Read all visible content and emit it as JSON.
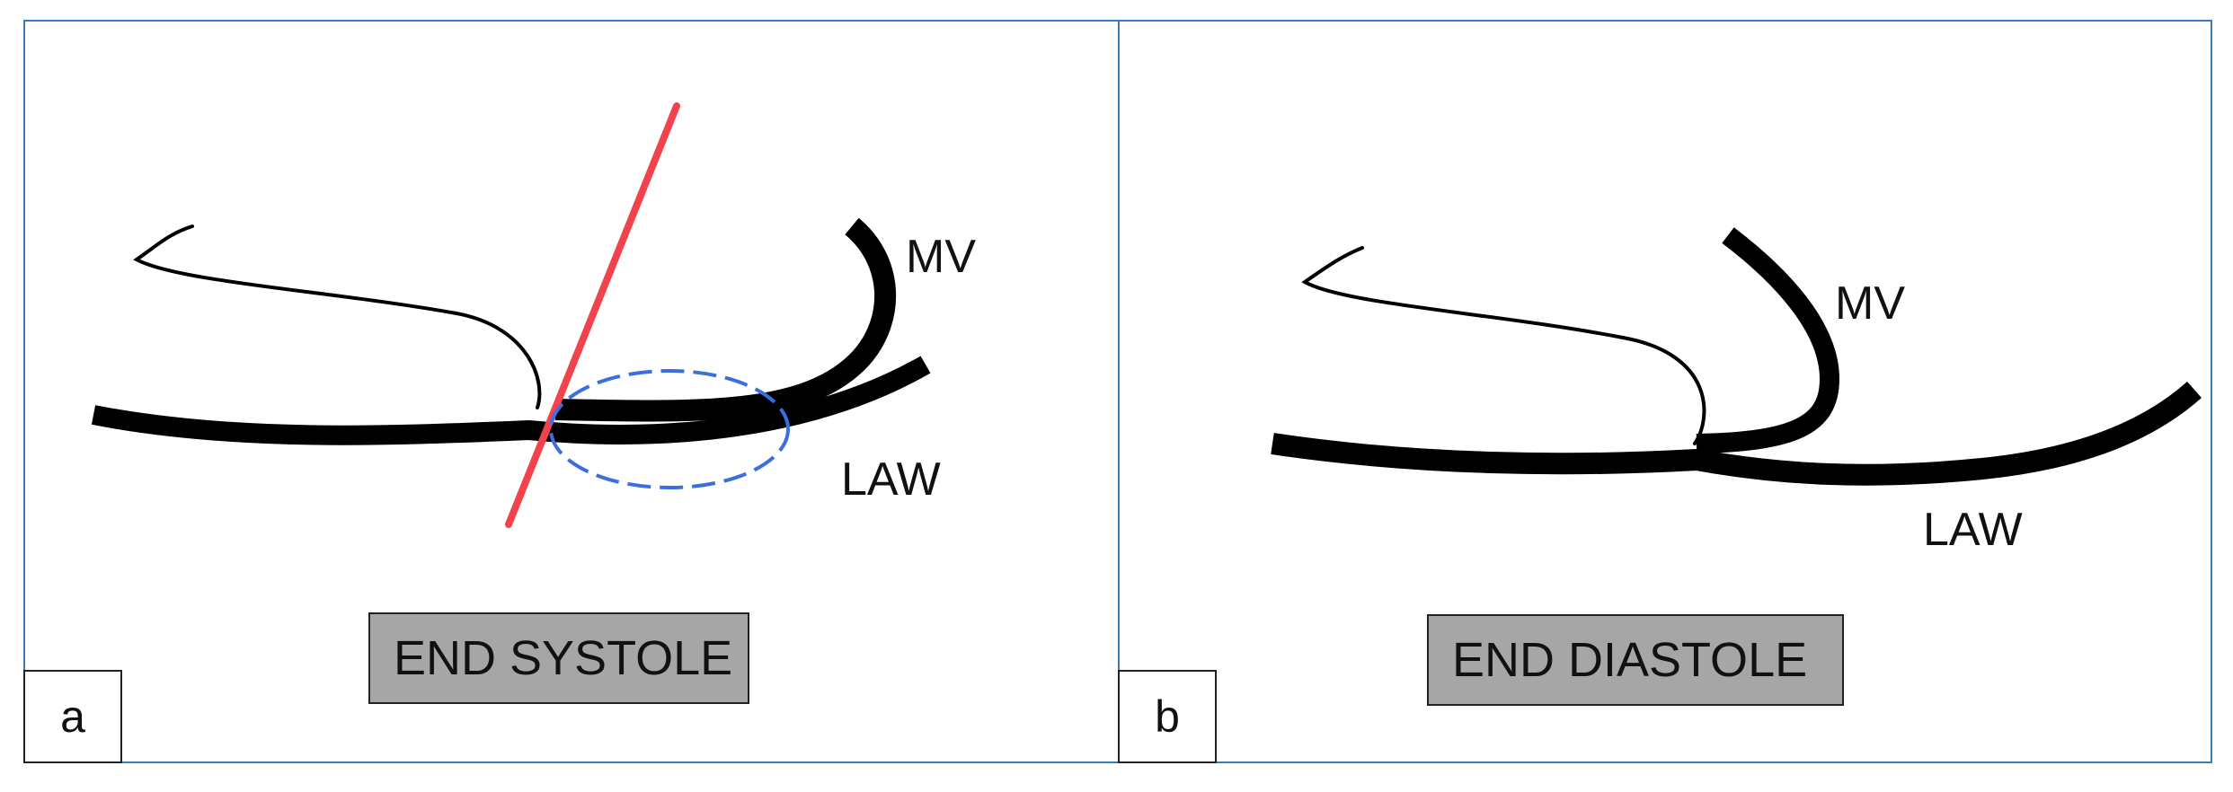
{
  "panels": [
    {
      "letter": "a",
      "state_label": "END SYSTOLE",
      "labels": {
        "mv": "MV",
        "law": "LAW"
      },
      "colors": {
        "line": "#f2434d",
        "ellipse": "#3b6fe0"
      }
    },
    {
      "letter": "b",
      "state_label": "END DIASTOLE",
      "labels": {
        "mv": "MV",
        "law": "LAW"
      }
    }
  ],
  "colors": {
    "border": "#3a7bbf",
    "box_fill": "#a6a6a6",
    "ink": "#000000"
  }
}
